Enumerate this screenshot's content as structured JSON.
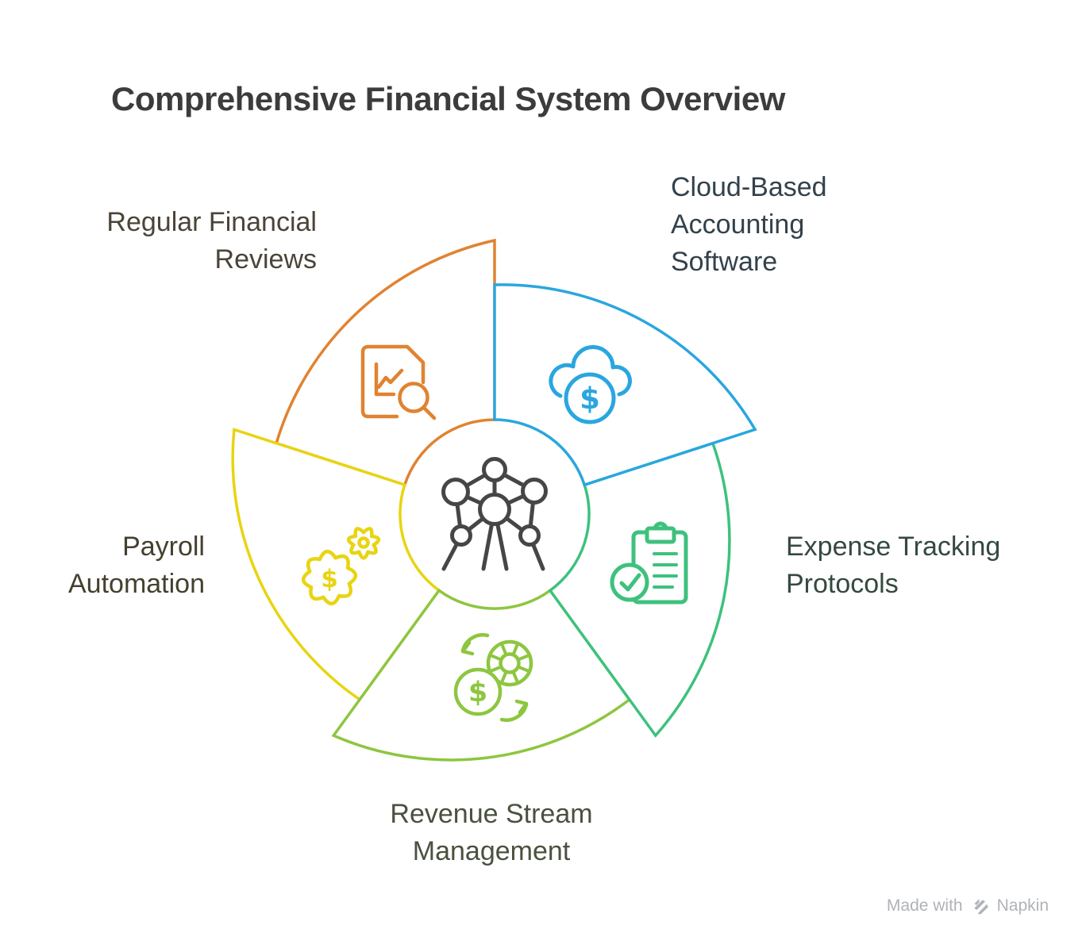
{
  "title": {
    "text": "Comprehensive Financial System Overview",
    "color": "#3C3C3C"
  },
  "segments": [
    {
      "name": "cloud-based-accounting-software",
      "color": "#2AA6DF",
      "label_color": "#33414B",
      "lines": [
        "Cloud-Based",
        "Accounting",
        "Software"
      ],
      "icon": "cloud-dollar-icon",
      "dollar": "$"
    },
    {
      "name": "expense-tracking-protocols",
      "color": "#3EC17D",
      "label_color": "#35493F",
      "lines": [
        "Expense Tracking",
        "Protocols"
      ],
      "icon": "clipboard-check-icon"
    },
    {
      "name": "revenue-stream-management",
      "color": "#8DC63F",
      "label_color": "#4A513F",
      "lines": [
        "Revenue Stream",
        "Management"
      ],
      "icon": "coin-wheel-cycle-icon",
      "dollar": "$"
    },
    {
      "name": "payroll-automation",
      "color": "#E8D411",
      "label_color": "#45402F",
      "lines": [
        "Payroll",
        "Automation"
      ],
      "icon": "gears-dollar-icon",
      "dollar": "$"
    },
    {
      "name": "regular-financial-reviews",
      "color": "#E08331",
      "label_color": "#4B4438",
      "lines": [
        "Regular Financial",
        "Reviews"
      ],
      "icon": "document-chart-magnifier-icon"
    }
  ],
  "center": {
    "icon": "network-nodes-icon",
    "color": "#464646"
  },
  "watermark": {
    "prefix": "Made with",
    "brand": "Napkin",
    "color": "#AFB3B8"
  }
}
